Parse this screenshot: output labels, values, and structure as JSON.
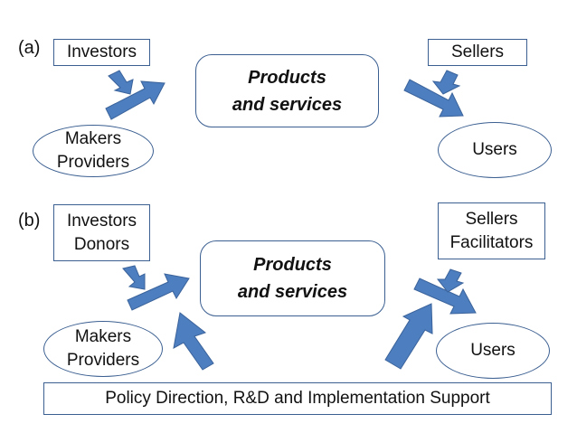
{
  "panel_a": {
    "label": "(a)",
    "investors": "Investors",
    "sellers": "Sellers",
    "products_line1": "Products",
    "products_line2": "and services",
    "makers": "Makers",
    "providers": "Providers",
    "users": "Users"
  },
  "panel_b": {
    "label": "(b)",
    "investors": "Investors",
    "donors": "Donors",
    "sellers": "Sellers",
    "facilitators": "Facilitators",
    "products_line1": "Products",
    "products_line2": "and services",
    "makers": "Makers",
    "providers": "Providers",
    "users": "Users",
    "policy": "Policy Direction, R&D and Implementation Support"
  },
  "colors": {
    "box_border": "#3b5f91",
    "arrow_fill": "#4d7ebf"
  }
}
